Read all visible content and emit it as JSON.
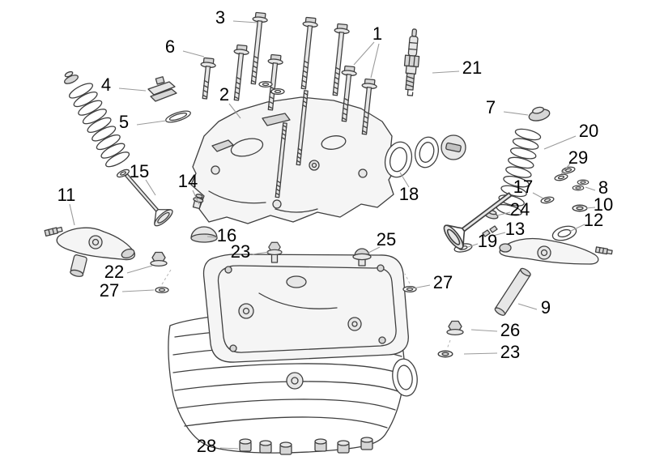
{
  "theme": {
    "bg": "#ffffff",
    "line": "#3f3f3f",
    "leader": "#9b9b9b",
    "label": "#000000"
  },
  "diagram": {
    "kind": "exploded-parts-diagram",
    "subject": "Engine cylinder head assembly, exploded view with numbered callouts",
    "callouts": [
      {
        "label": "3"
      },
      {
        "label": "1"
      },
      {
        "label": "6"
      },
      {
        "label": "21"
      },
      {
        "label": "4"
      },
      {
        "label": "2"
      },
      {
        "label": "7"
      },
      {
        "label": "5"
      },
      {
        "label": "20"
      },
      {
        "label": "29"
      },
      {
        "label": "15"
      },
      {
        "label": "14"
      },
      {
        "label": "17"
      },
      {
        "label": "8"
      },
      {
        "label": "11"
      },
      {
        "label": "18"
      },
      {
        "label": "10"
      },
      {
        "label": "24"
      },
      {
        "label": "12"
      },
      {
        "label": "13"
      },
      {
        "label": "16"
      },
      {
        "label": "19"
      },
      {
        "label": "23"
      },
      {
        "label": "25"
      },
      {
        "label": "22"
      },
      {
        "label": "27"
      },
      {
        "label": "27"
      },
      {
        "label": "9"
      },
      {
        "label": "26"
      },
      {
        "label": "23"
      },
      {
        "label": "28"
      }
    ]
  }
}
